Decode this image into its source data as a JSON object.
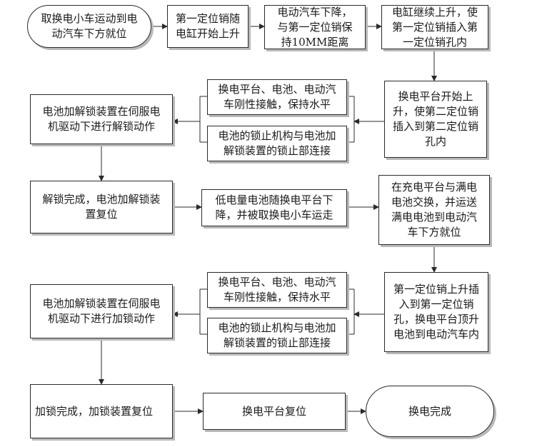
{
  "nodes": {
    "n1": "取换电小车运动到电\n动汽车下方就位",
    "n2": "第一定位销随\n电缸开始上升",
    "n3": "电动汽车下降，\n与第一定位销保\n持10MM距离",
    "n4": "电缸继续上升，使\n第一定位销插入第\n一定位销孔内",
    "n5": "换电平台开始上\n升，使第二定位销\n插入到第二定位销\n孔内",
    "n6": "换电平台、电池、电动汽\n车刚性接触，保持水平",
    "n7": "电池的锁止机构与电池加\n解锁装置的锁止部连接",
    "n8": "电池加解锁装置在伺服电\n机驱动下进行解锁动作",
    "n9": "解锁完成，电池加解锁装\n置复位",
    "n10": "低电量电池随换电平台下\n降，并被取换电小车运走",
    "n11": "在充电平台与满电\n电池交换，并运送\n满电电池到电动汽\n车下方就位",
    "n12": "第一定位销上升插\n入到第一定位销\n孔，换电平台顶升\n电池到电动汽车内",
    "n13": "换电平台、电池、电动汽\n车刚性接触，保持水平",
    "n14": "电池的锁止机构与电池加\n解锁装置的锁止部连接",
    "n15": "电池加解锁装置在伺服电\n机驱动下进行加锁动作",
    "n16": "加锁完成，加锁装置复位",
    "n17": "换电平台复位",
    "n18": "换电完成"
  },
  "colors": {
    "line": "#2b2b2b",
    "shadow": "#b9b9b9"
  }
}
